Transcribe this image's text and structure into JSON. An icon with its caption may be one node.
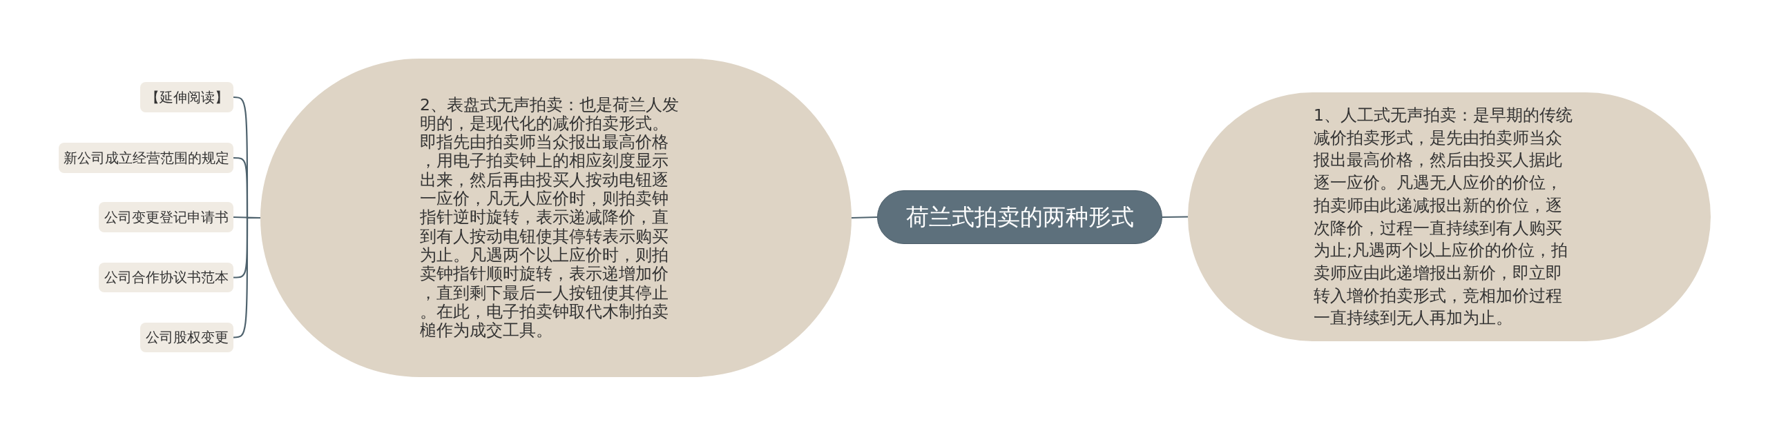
{
  "diagram": {
    "nodes": [
      {
        "text": [
          "荷兰式拍卖的两种形式"
        ]
      },
      {
        "text": [
          "1、人工式无声拍卖：是早期的传统减价拍卖形式，是先由拍卖师当众报出最高价格，然后由投买人据此逐一应价。凡遇无人应价的价位，拍卖师由此递减报出新的价位，逐次降价，过程一直持续到有人购买为止;凡遇两个以上应价的价位，拍卖师应由此递增报出新价，即立即转入增价拍卖形式，竞相加价过程一直持续到无人再加为止。"
        ]
      },
      {
        "text": [
          "2、表盘式无声拍卖：也是荷兰人发明的，是现代化的减价拍卖形式。即指先由拍卖师当众报出最高价格，用电子拍卖钟上的相应刻度显示出来，然后再由投买人按动电钮逐一应价，凡无人应价时，则拍卖钟指针逆时旋转，表示递减降价，直到有人按动电钮使其停转表示购买为止。凡遇两个以上应价时，则拍卖钟指针顺时旋转，表示递增加价，直到剩下最后一人按钮使其停止。在此，电子拍卖钟取代木制拍卖槌作为成交工具。"
        ]
      },
      {
        "text": [
          "【延伸阅读】"
        ]
      },
      {
        "text": [
          "新公司成立经营范围的规定"
        ]
      },
      {
        "text": [
          "公司变更登记申请书"
        ]
      },
      {
        "text": [
          "公司合作协议书范本"
        ]
      },
      {
        "text": [
          "公司股权变更"
        ]
      }
    ],
    "edges": [
      {
        "from": 0,
        "to": 1,
        "arrow": "none"
      },
      {
        "from": 0,
        "to": 2,
        "arrow": "none"
      },
      {
        "from": 2,
        "to": 3,
        "arrow": "none"
      },
      {
        "from": 2,
        "to": 4,
        "arrow": "none"
      },
      {
        "from": 2,
        "to": 5,
        "arrow": "none"
      },
      {
        "from": 2,
        "to": 6,
        "arrow": "none"
      },
      {
        "from": 2,
        "to": 7,
        "arrow": "none"
      }
    ]
  }
}
